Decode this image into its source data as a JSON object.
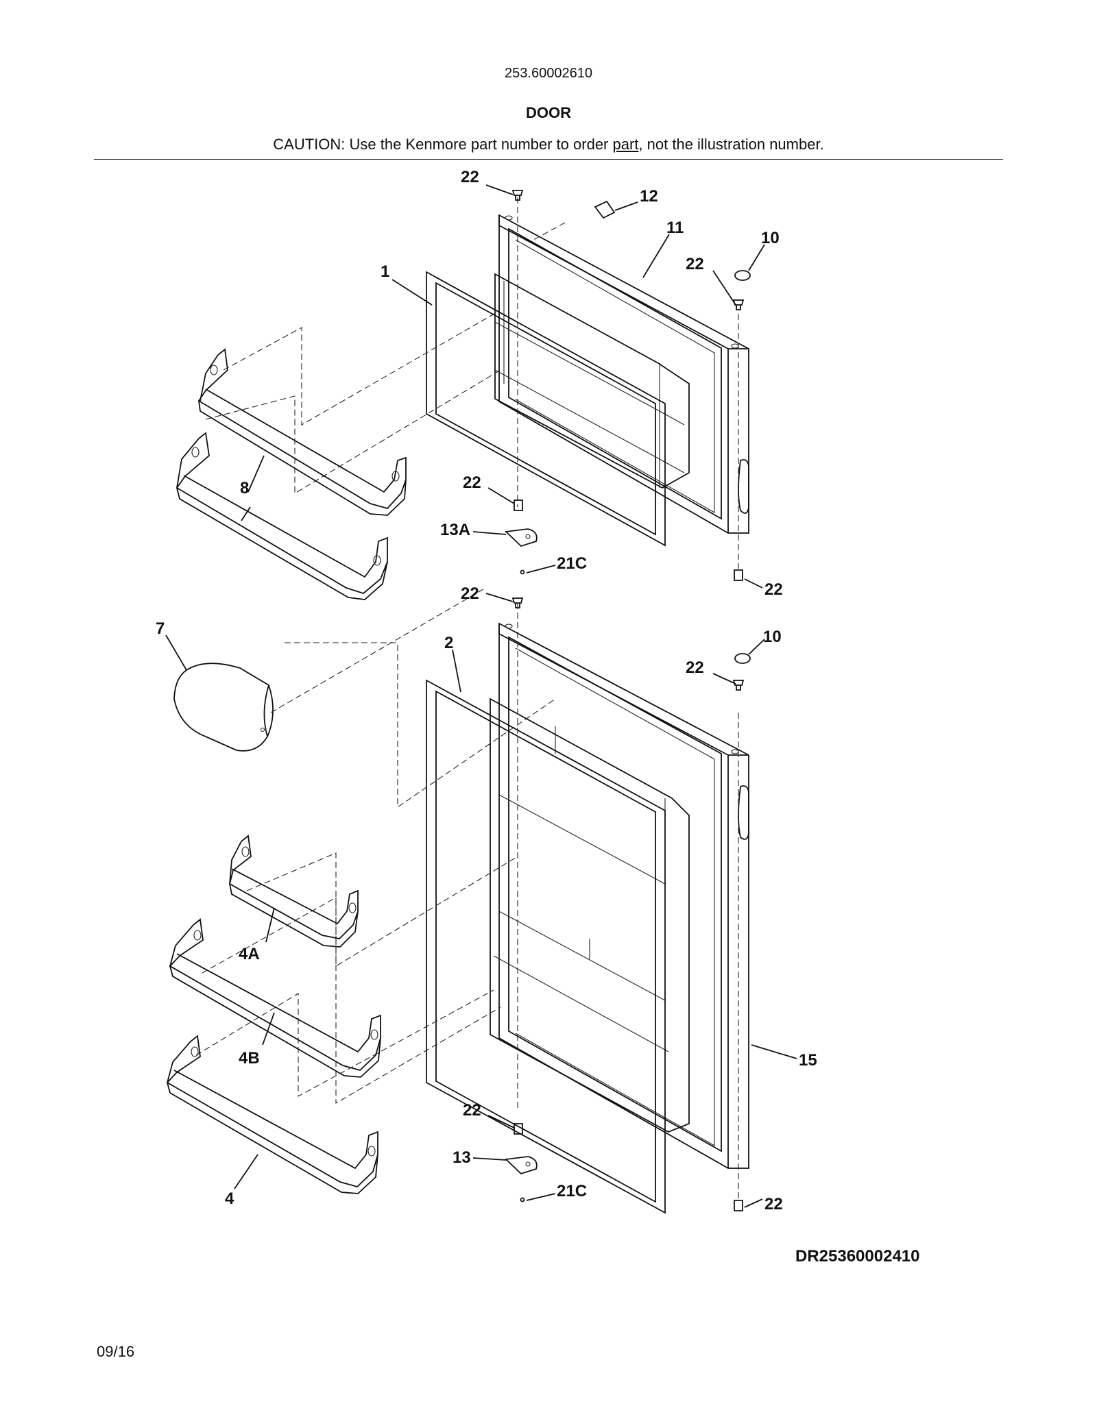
{
  "header": {
    "model_number": "253.60002610",
    "section_title": "DOOR",
    "caution_prefix": "CAUTION: Use the Kenmore part number to order ",
    "caution_underlined": "part",
    "caution_suffix": ", not the illustration number."
  },
  "callouts": {
    "c1": "1",
    "c2": "2",
    "c4": "4",
    "c4a": "4A",
    "c4b": "4B",
    "c7": "7",
    "c8": "8",
    "c10_top": "10",
    "c10_bottom": "10",
    "c11": "11",
    "c12": "12",
    "c13": "13",
    "c13a": "13A",
    "c15": "15",
    "c21c_top": "21C",
    "c21c_bottom": "21C",
    "c22_a": "22",
    "c22_b": "22",
    "c22_c": "22",
    "c22_d": "22",
    "c22_e": "22",
    "c22_f": "22",
    "c22_g": "22",
    "c22_h": "22"
  },
  "footer": {
    "drawing_id": "DR25360002410",
    "date_code": "09/16"
  }
}
